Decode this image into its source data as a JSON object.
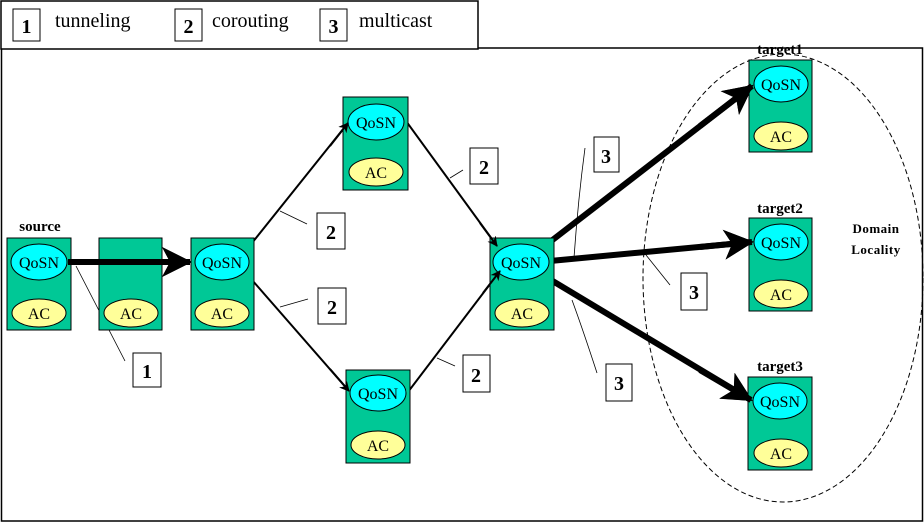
{
  "legend": {
    "items": [
      {
        "number": "1",
        "label": "tunneling"
      },
      {
        "number": "2",
        "label": "corouting"
      },
      {
        "number": "3",
        "label": "multicast"
      }
    ]
  },
  "colors": {
    "node_fill": "#00c896",
    "qosn_fill": "#00ffff",
    "ac_fill": "#ffff99",
    "stroke": "#000000"
  },
  "nodes": {
    "source": {
      "label": "source",
      "qosn": "QoSN",
      "ac": "AC"
    },
    "relay": {
      "ac": "AC"
    },
    "split": {
      "qosn": "QoSN",
      "ac": "AC"
    },
    "upper": {
      "qosn": "QoSN",
      "ac": "AC"
    },
    "lower": {
      "qosn": "QoSN",
      "ac": "AC"
    },
    "merge": {
      "qosn": "QoSN",
      "ac": "AC"
    },
    "target1": {
      "label": "target1",
      "qosn": "QoSN",
      "ac": "AC"
    },
    "target2": {
      "label": "target2",
      "qosn": "QoSN",
      "ac": "AC"
    },
    "target3": {
      "label": "target3",
      "qosn": "QoSN",
      "ac": "AC"
    }
  },
  "callouts": {
    "tunnel": "1",
    "corout_upper_left": "2",
    "corout_lower_left": "2",
    "corout_upper_right": "2",
    "corout_lower_right": "2",
    "multicast_upper": "3",
    "multicast_middle": "3",
    "multicast_lower": "3"
  },
  "domain": {
    "line1": "Domain",
    "line2": "Locality"
  }
}
